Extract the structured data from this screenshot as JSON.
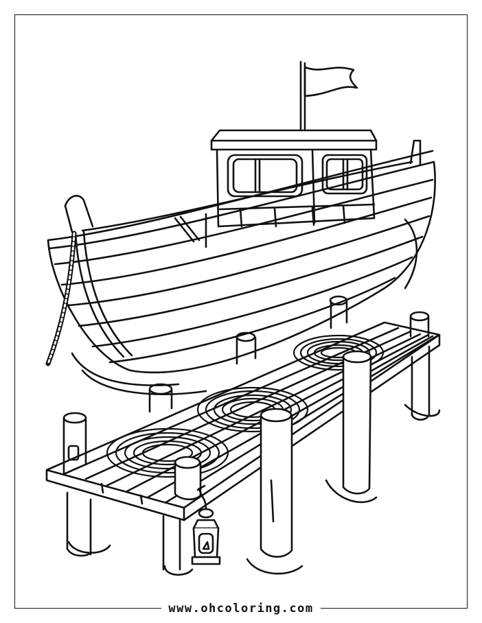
{
  "footer": {
    "website": "www.ohcoloring.com"
  },
  "colors": {
    "ink": "#111111",
    "paper": "#ffffff"
  },
  "illustration": {
    "subject": "boat-and-dock",
    "style": "line-art"
  }
}
